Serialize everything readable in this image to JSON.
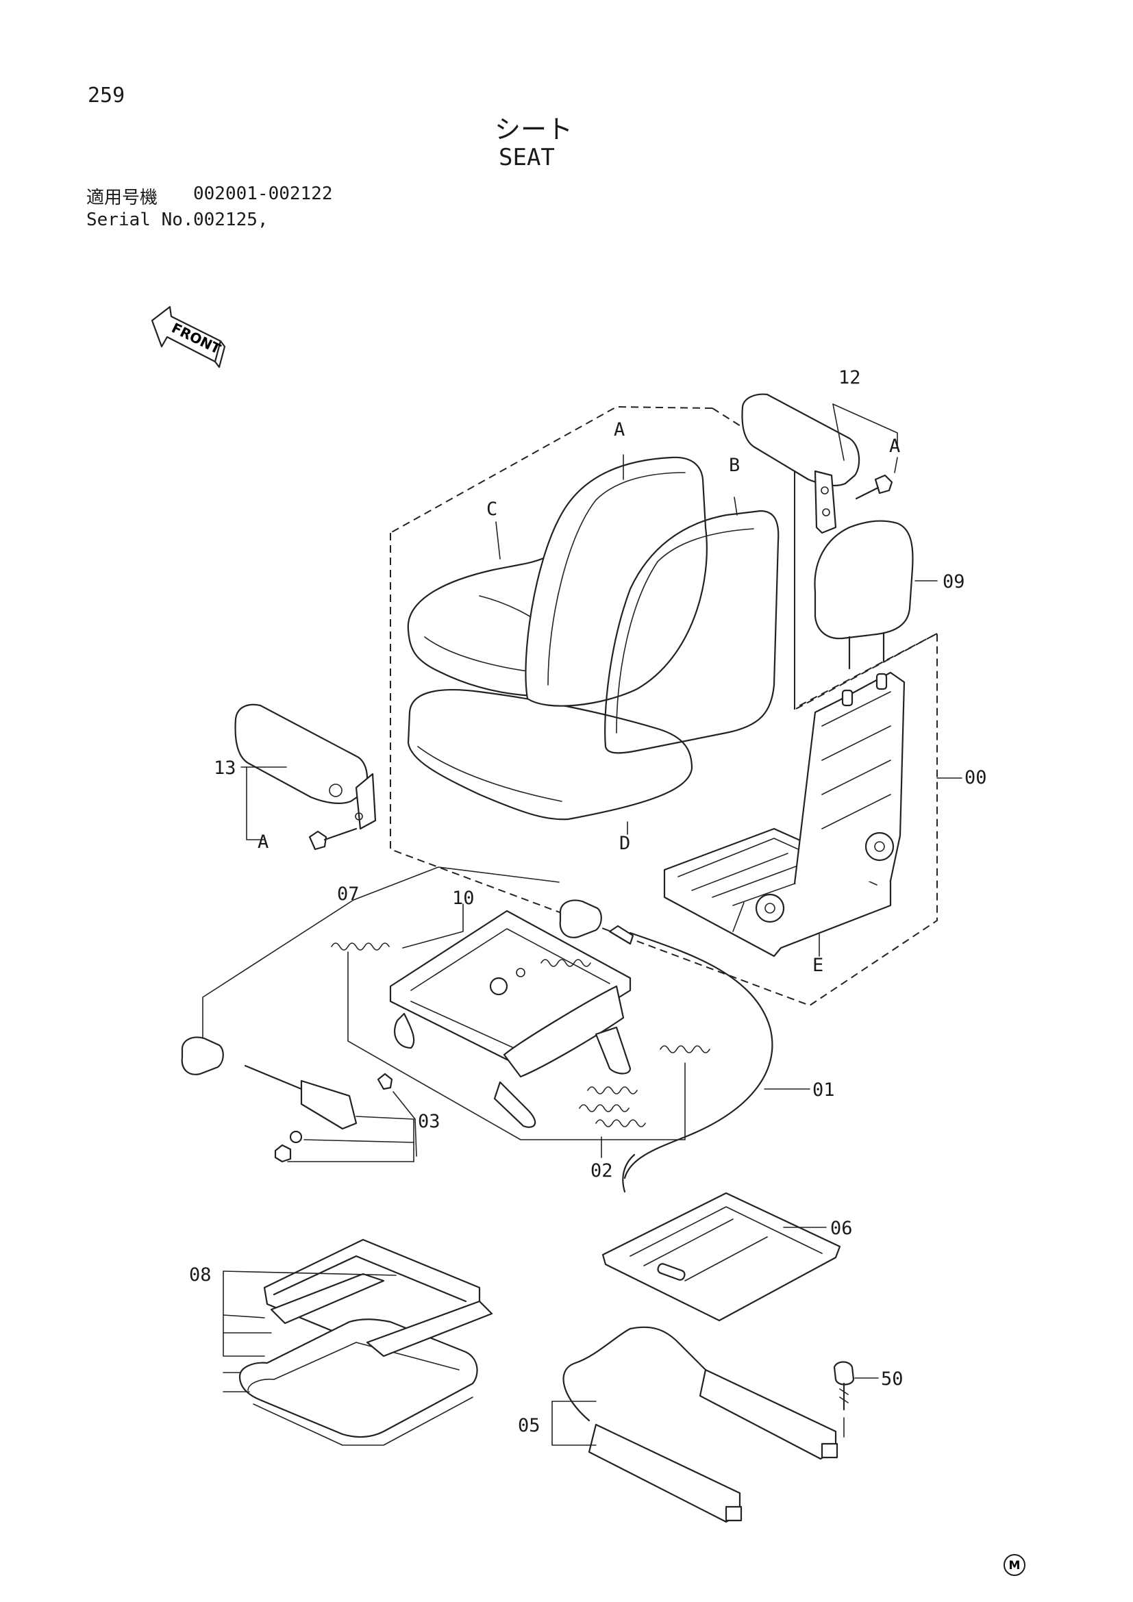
{
  "header": {
    "page_number": "259",
    "title_ja": "シート",
    "title_en": "SEAT",
    "serial_label_ja": "適用号機",
    "serial_range_1": "002001-002122",
    "serial_label_en": "Serial No.",
    "serial_range_2": "002125,"
  },
  "front_arrow": {
    "label": "FRONT"
  },
  "callouts": {
    "c00": "00",
    "c01": "01",
    "c02": "02",
    "c03": "03",
    "c05": "05",
    "c06": "06",
    "c07": "07",
    "c08": "08",
    "c09": "09",
    "c10": "10",
    "c12": "12",
    "c13": "13",
    "c50": "50",
    "a_top": "A",
    "a_left": "A",
    "b": "B",
    "c": "C",
    "d": "D",
    "e": "E"
  },
  "footer": {
    "mark": "M"
  },
  "colors": {
    "ink": "#1a1a1a",
    "stipple": "#bfbfbf",
    "paper": "#ffffff"
  }
}
